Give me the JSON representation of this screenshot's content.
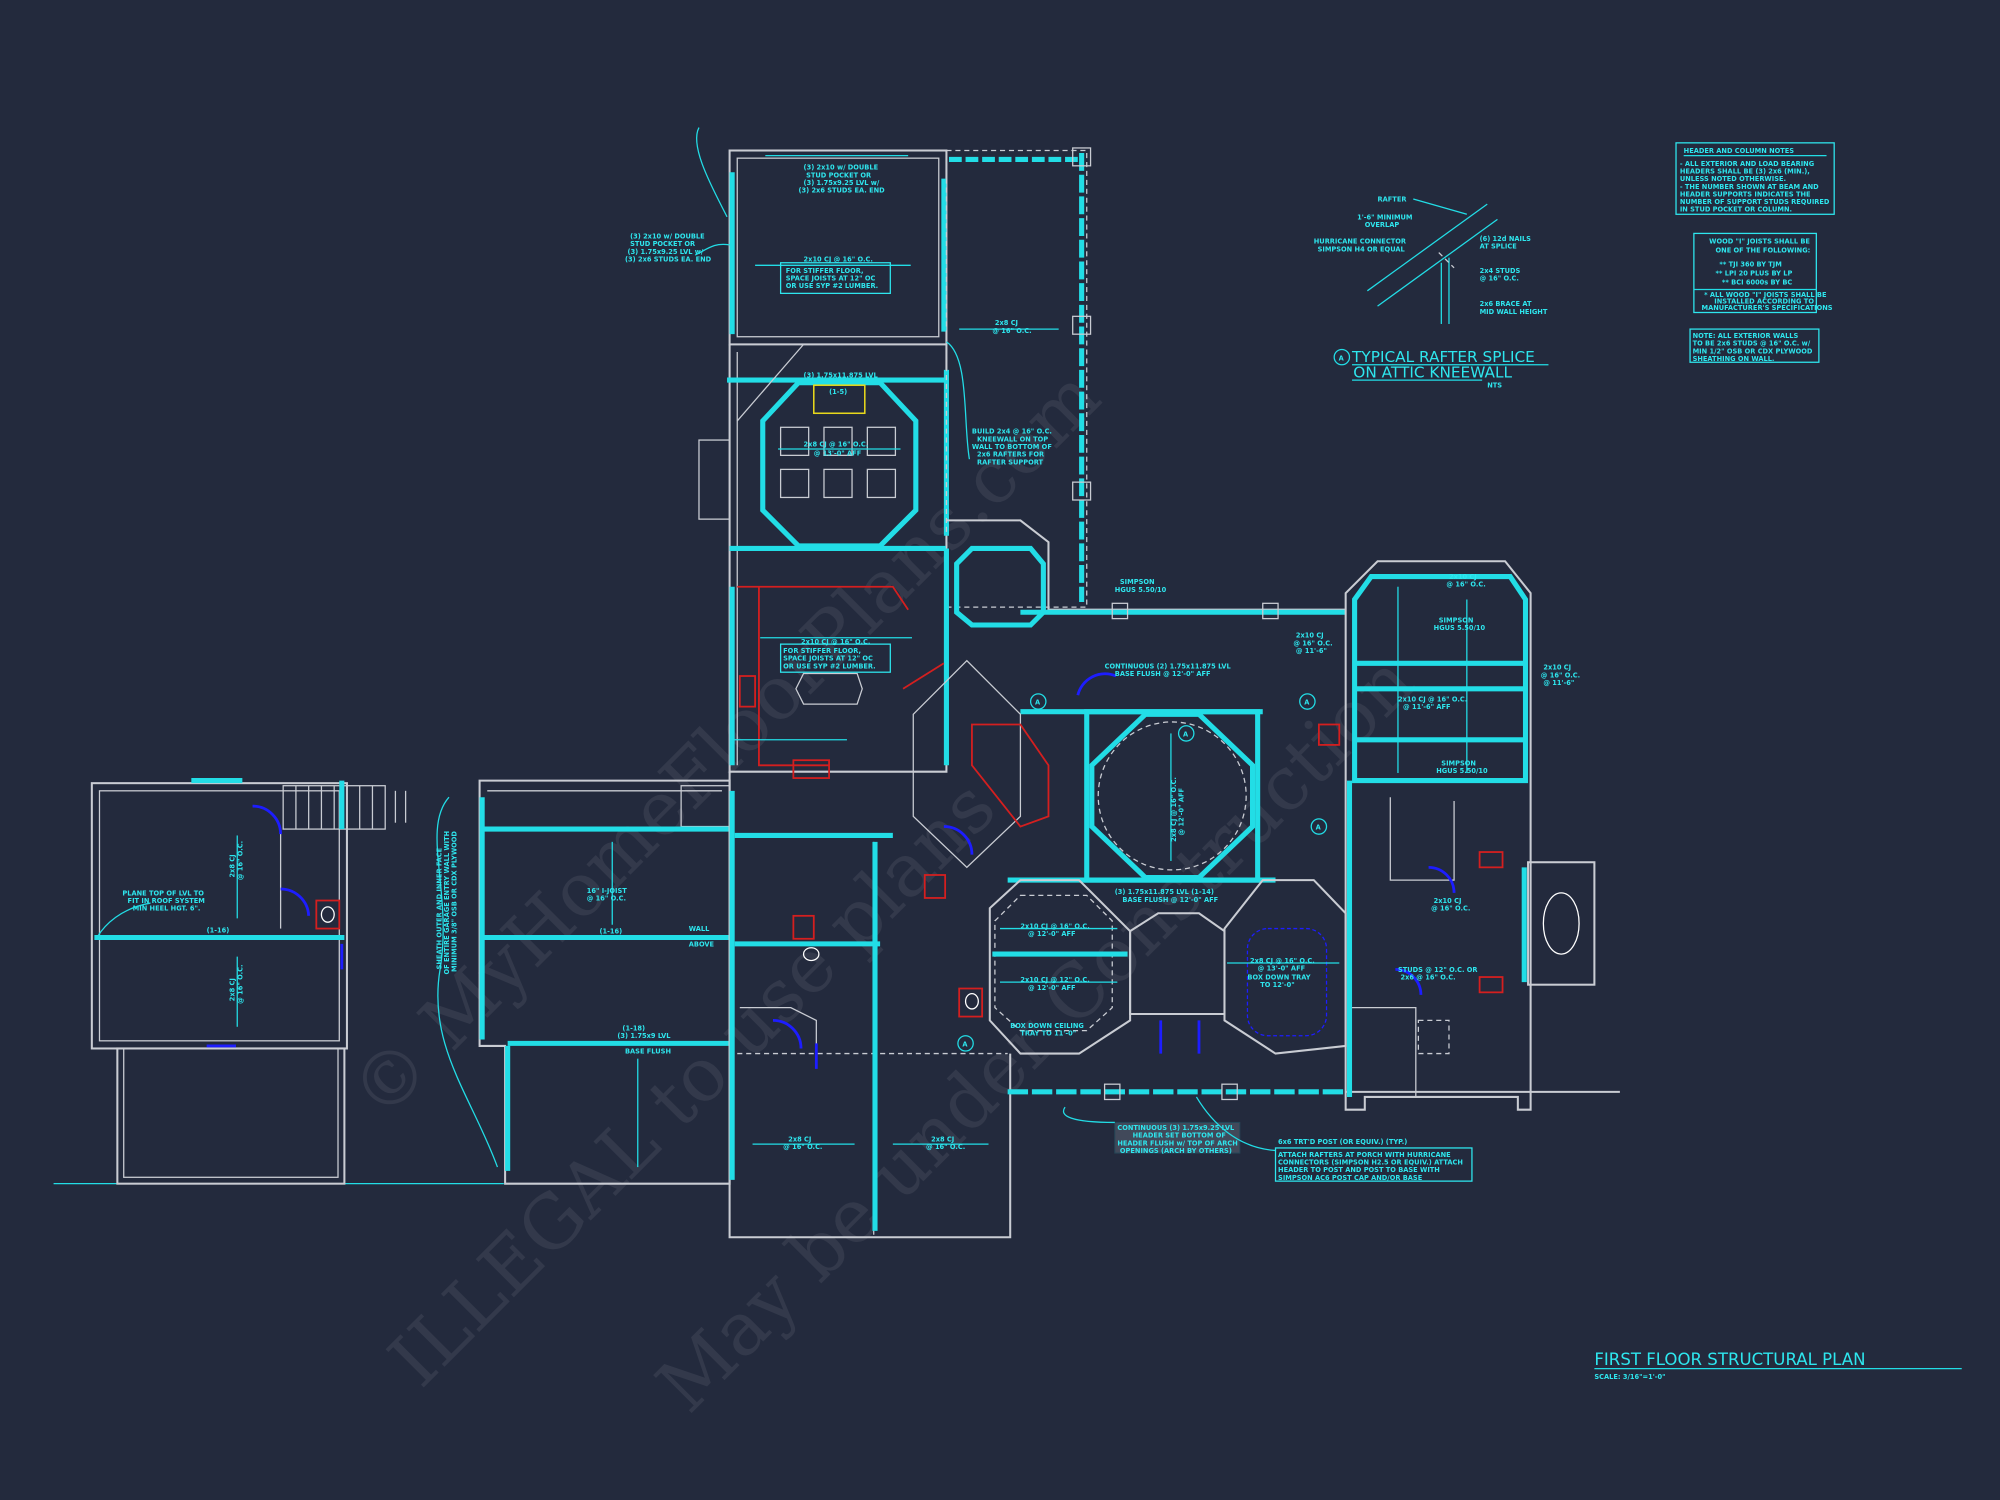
{
  "title": {
    "main": "FIRST FLOOR STRUCTURAL PLAN",
    "scale": "SCALE: 3/16\"=1'-0\""
  },
  "header_notes": {
    "heading": "HEADER AND COLUMN NOTES",
    "lines": [
      "- ALL EXTERIOR AND LOAD BEARING",
      "HEADERS SHALL BE (3) 2x6 (MIN.),",
      "UNLESS NOTED OTHERWISE.",
      "- THE NUMBER SHOWN AT BEAM AND",
      "HEADER SUPPORTS INDICATES THE",
      "NUMBER OF SUPPORT STUDS REQUIRED",
      "IN STUD POCKET OR COLUMN."
    ]
  },
  "joist_notes": {
    "line1": "WOOD \"I\" JOISTS SHALL BE",
    "line2": "ONE OF THE FOLLOWING:",
    "items": [
      "** TJI 360 BY TJM",
      "** LPI 20 PLUS BY LP",
      "** BCI 6000s BY BC"
    ],
    "footer": [
      "* ALL WOOD \"I\" JOISTS SHALL BE",
      "INSTALLED ACCORDING TO",
      "MANUFACTURER'S SPECIFICATIONS"
    ]
  },
  "wall_note": {
    "lines": [
      "NOTE: ALL EXTERIOR WALLS",
      "TO BE 2x6 STUDS @ 16\" O.C. w/",
      "MIN 1/2\" OSB OR CDX PLYWOOD",
      "SHEATHING ON WALL."
    ]
  },
  "rafter_detail": {
    "marker": "A",
    "title1": "TYPICAL RAFTER SPLICE",
    "title2": "ON ATTIC KNEEWALL",
    "nts": "NTS",
    "rafter": "RAFTER",
    "overlap": [
      "1'-6\" MINIMUM",
      "OVERLAP"
    ],
    "connector": [
      "HURRICANE CONNECTOR",
      "SIMPSON H4 OR EQUAL"
    ],
    "nails": [
      "(6) 12d NAILS",
      "AT SPLICE"
    ],
    "studs": [
      "2x4 STUDS",
      "@ 16\" O.C."
    ],
    "brace": [
      "2x6 BRACE AT",
      "MID WALL HEIGHT"
    ]
  },
  "plan_labels": {
    "top_header": [
      "(3) 2x10 w/ DOUBLE",
      "STUD POCKET OR",
      "(3) 1.75x9.25 LVL w/",
      "(3) 2x6 STUDS EA. END"
    ],
    "left_header": [
      "(3) 2x10 w/ DOUBLE",
      "STUD POCKET OR",
      "(3) 1.75x9.25 LVL w/",
      "(3) 2x6 STUDS EA. END"
    ],
    "cj_top": "2x10 CJ @ 16\" O.C.",
    "stiffer": [
      "FOR STIFFER FLOOR,",
      "SPACE JOISTS AT 12\" OC",
      "OR USE SYP #2 LUMBER."
    ],
    "porch_cj": [
      "2x8 CJ",
      "@ 16\" O.C."
    ],
    "lvl_mid": "(3) 1.75x11.875 LVL",
    "lvl_mid_sub": "(1-5)",
    "cj_center": [
      "2x8 CJ @ 16\" O.C.",
      "@ 13'-0\" AFF"
    ],
    "kneewall": [
      "BUILD 2x4 @ 16\" O.C.",
      "KNEEWALL ON TOP",
      "WALL TO BOTTOM OF",
      "2x6 RAFTERS FOR",
      "RAFTER SUPPORT"
    ],
    "stiffer2_cj": "2x10 CJ @ 16\" O.C.",
    "stiffer2": [
      "FOR STIFFER FLOOR,",
      "SPACE JOISTS AT 12\" OC",
      "OR USE SYP #2 LUMBER."
    ],
    "continuous_lvl": [
      "CONTINUOUS (2) 1.75x11.875 LVL",
      "BASE FLUSH @ 12'-0\" AFF"
    ],
    "octagon_lvl": [
      "(3) 1.75x11.875 LVL (1-14)",
      "BASE FLUSH @ 12'-0\" AFF"
    ],
    "oct_cj": [
      "2x8 CJ @ 16\" O.C.",
      "@ 12'-0\" AFF"
    ],
    "box_ceiling": [
      "BOX DOWN CEILING",
      "TRAY TO 11'-0\""
    ],
    "box_tray": [
      "2x8 CJ @ 16\" O.C.",
      "@ 13'-0\" AFF",
      "BOX DOWN TRAY",
      "TO 12'-0\""
    ],
    "left_cj1": [
      "2x10 CJ @ 16\" O.C.",
      "@ 12'-0\" AFF"
    ],
    "left_cj2": [
      "2x10 CJ @ 12\" O.C.",
      "@ 12'-0\" AFF"
    ],
    "plane_top": [
      "PLANE TOP OF LVL TO",
      "FIT IN ROOF SYSTEM",
      "MIN HEEL HGT. 6\"."
    ],
    "garage_cj": [
      "2x8 CJ",
      "@ 16\" O.C."
    ],
    "lvl_116": "(1-16)",
    "sheath": [
      "SHEATH OUTER AND INNER FACE",
      "OF ENTIRE GARAGE ENTRY WALL WITH",
      "MINIMUM 3/8\" OSB OR CDX PLYWOOD"
    ],
    "ijoist": [
      "16\" I-JOIST",
      "@ 16\" O.C."
    ],
    "wall_above": [
      "WALL",
      "ABOVE"
    ],
    "lvl_118": "(1-18)",
    "lvl_base": [
      "(3) 1.75x9 LVL",
      "BASE FLUSH"
    ],
    "bottom_cj1": [
      "2x8 CJ",
      "@ 16\" O.C."
    ],
    "bottom_cj2": [
      "2x8 CJ",
      "@ 16\" O.C."
    ],
    "simpson1": [
      "SIMPSON",
      "HGUS 5.50/10"
    ],
    "simpson2": [
      "SIMPSON",
      "HGUS 5.50/10"
    ],
    "simpson3": [
      "SIMPSON",
      "HGUS 5.50/10"
    ],
    "right_cj1": [
      "2x10 CJ",
      "@ 16\" O.C.",
      "@ 11'-6\""
    ],
    "right_cj2": [
      "2x10 CJ",
      "@ 16\" O.C.",
      "@ 11'-6\""
    ],
    "right_cj3": [
      "2x10 CJ @ 16\" O.C.",
      "@ 11'-6\" AFF"
    ],
    "right_cj4": [
      "2x10 CJ",
      "@ 16\" O.C."
    ],
    "studs_note": [
      "STUDS @ 12\" O.C. OR",
      "2x6 @ 16\" O.C."
    ],
    "continuous_header": [
      "CONTINUOUS (3) 1.75x9.25 LVL",
      "HEADER SET BOTTOM OF",
      "HEADER FLUSH w/ TOP OF ARCH",
      "OPENINGS (ARCH BY OTHERS)"
    ],
    "post": "6x6 TRT'D POST (OR EQUIV.) (TYP.)",
    "porch_attach": [
      "ATTACH RAFTERS AT PORCH WITH HURRICANE",
      "CONNECTORS (SIMPSON H2.5 OR EQUIV.) ATTACH",
      "HEADER TO POST AND POST TO BASE WITH",
      "SIMPSON AC6 POST CAP AND/OR BASE"
    ],
    "section_marker": "A"
  },
  "watermark": [
    "© MyHomeFloorPlans.com",
    "ILLEGAL to use plans",
    "May be under Construction"
  ],
  "colors": {
    "background": "#232a3d",
    "walls": "#c9ccd3",
    "beams": "#22dde6",
    "doors": "#1d1dff",
    "fixtures": "#d41f1f",
    "highlight": "#e8d81c"
  }
}
